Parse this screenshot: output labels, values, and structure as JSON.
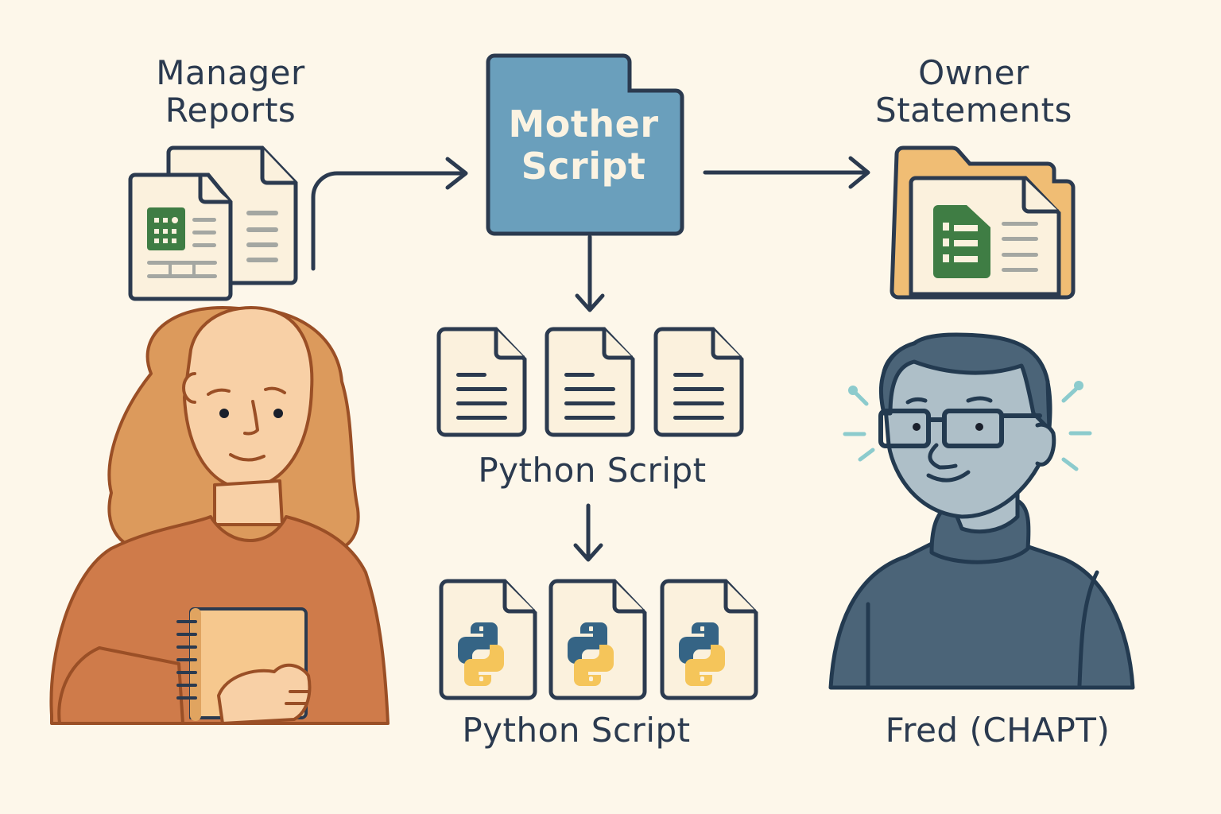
{
  "nodes": {
    "manager_reports": {
      "label": "Manager Reports"
    },
    "mother_script": {
      "label_line1": "Mother",
      "label_line2": "Script"
    },
    "owner_statements": {
      "label": "Owner Statements"
    },
    "python_scripts_text": {
      "label": "Python Script",
      "count": 3
    },
    "python_scripts_py": {
      "label": "Python Script",
      "count": 3
    },
    "person_left": {
      "name": ""
    },
    "person_right": {
      "label": "Fred (CHAPT)"
    }
  },
  "edges": [
    {
      "from": "manager_reports",
      "to": "mother_script"
    },
    {
      "from": "mother_script",
      "to": "owner_statements"
    },
    {
      "from": "mother_script",
      "to": "python_scripts_text"
    },
    {
      "from": "python_scripts_text",
      "to": "python_scripts_py"
    }
  ],
  "colors": {
    "background": "#fdf7ea",
    "ink": "#2b3a4f",
    "mother_fill": "#6a9fbc",
    "folder_orange": "#f0bd74",
    "sheet_green": "#3f7d44",
    "python_blue": "#356485",
    "python_yellow": "#f5c55a",
    "woman_shirt": "#cf7b4a",
    "woman_hair": "#dc9a5c",
    "man_sweater": "#4b6478",
    "man_skin": "#aebfc8"
  }
}
